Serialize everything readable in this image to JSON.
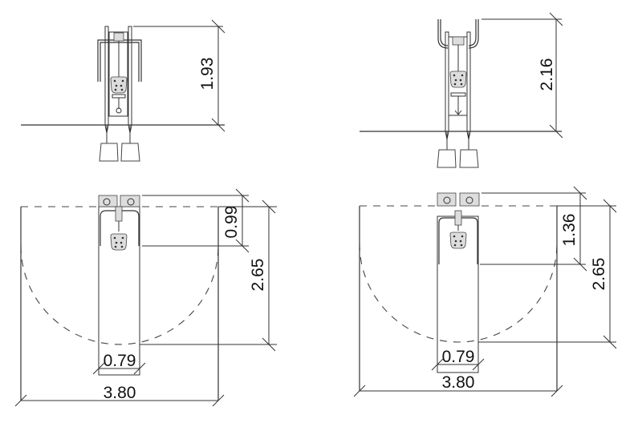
{
  "drawings": {
    "left_elevation": {
      "height_dim": "1.93"
    },
    "right_elevation": {
      "height_dim": "2.16"
    },
    "left_plan": {
      "equipment_depth_dim": "0.99",
      "depth_dim": "2.65",
      "footprint_width_dim": "0.79",
      "total_width_dim": "3.80"
    },
    "right_plan": {
      "equipment_depth_dim": "1.36",
      "depth_dim": "2.65",
      "footprint_width_dim": "0.79",
      "total_width_dim": "3.80"
    }
  }
}
